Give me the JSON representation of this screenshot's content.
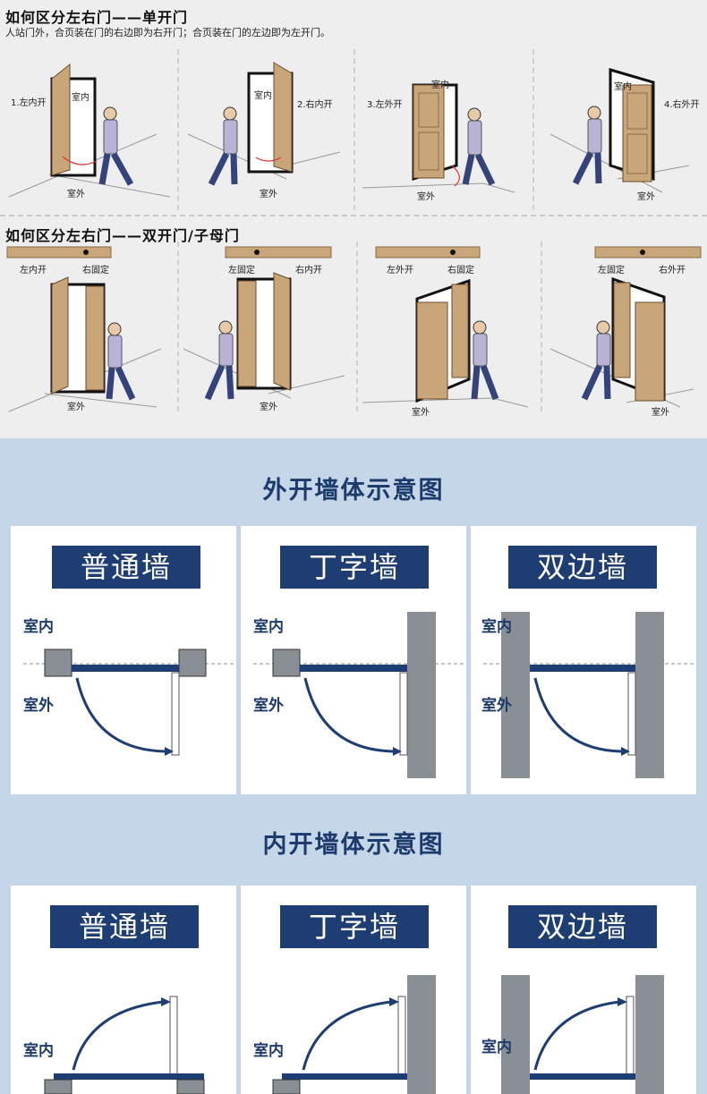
{
  "single": {
    "title": "如何区分左右门——单开门",
    "subtitle": "人站门外，合页装在门的右边即为右开门；合页装在门的左边即为左开门。",
    "panels": [
      {
        "label": "1.左内开",
        "inside": "室内",
        "outside": "室外"
      },
      {
        "label": "2.右内开",
        "inside": "室内",
        "outside": "室外"
      },
      {
        "label": "3.左外开",
        "inside": "室内",
        "outside": "室外"
      },
      {
        "label": "4.右外开",
        "inside": "室内",
        "outside": "室外"
      }
    ]
  },
  "double": {
    "title": "如何区分左右门——双开门/子母门",
    "panels": [
      {
        "left": "左内开",
        "right": "右固定",
        "outside": "室外"
      },
      {
        "left": "左固定",
        "right": "右内开",
        "outside": "室外"
      },
      {
        "left": "左外开",
        "right": "右固定",
        "outside": "室外"
      },
      {
        "left": "左固定",
        "right": "右外开",
        "outside": "室外"
      }
    ]
  },
  "outward": {
    "title": "外开墙体示意图",
    "cards": [
      {
        "wall": "普通墙",
        "inside": "室内",
        "outside": "室外"
      },
      {
        "wall": "丁字墙",
        "inside": "室内",
        "outside": "室外"
      },
      {
        "wall": "双边墙",
        "inside": "室内",
        "outside": "室外"
      }
    ]
  },
  "inward": {
    "title": "内开墙体示意图",
    "cards": [
      {
        "wall": "普通墙",
        "inside": "室内"
      },
      {
        "wall": "丁字墙",
        "inside": "室内"
      },
      {
        "wall": "双边墙",
        "inside": "室内"
      }
    ]
  },
  "colors": {
    "navy": "#1e3e73",
    "panel_bg": "#c5d6e9",
    "wood": "#c9a57a",
    "wall": "#8a8f96"
  }
}
